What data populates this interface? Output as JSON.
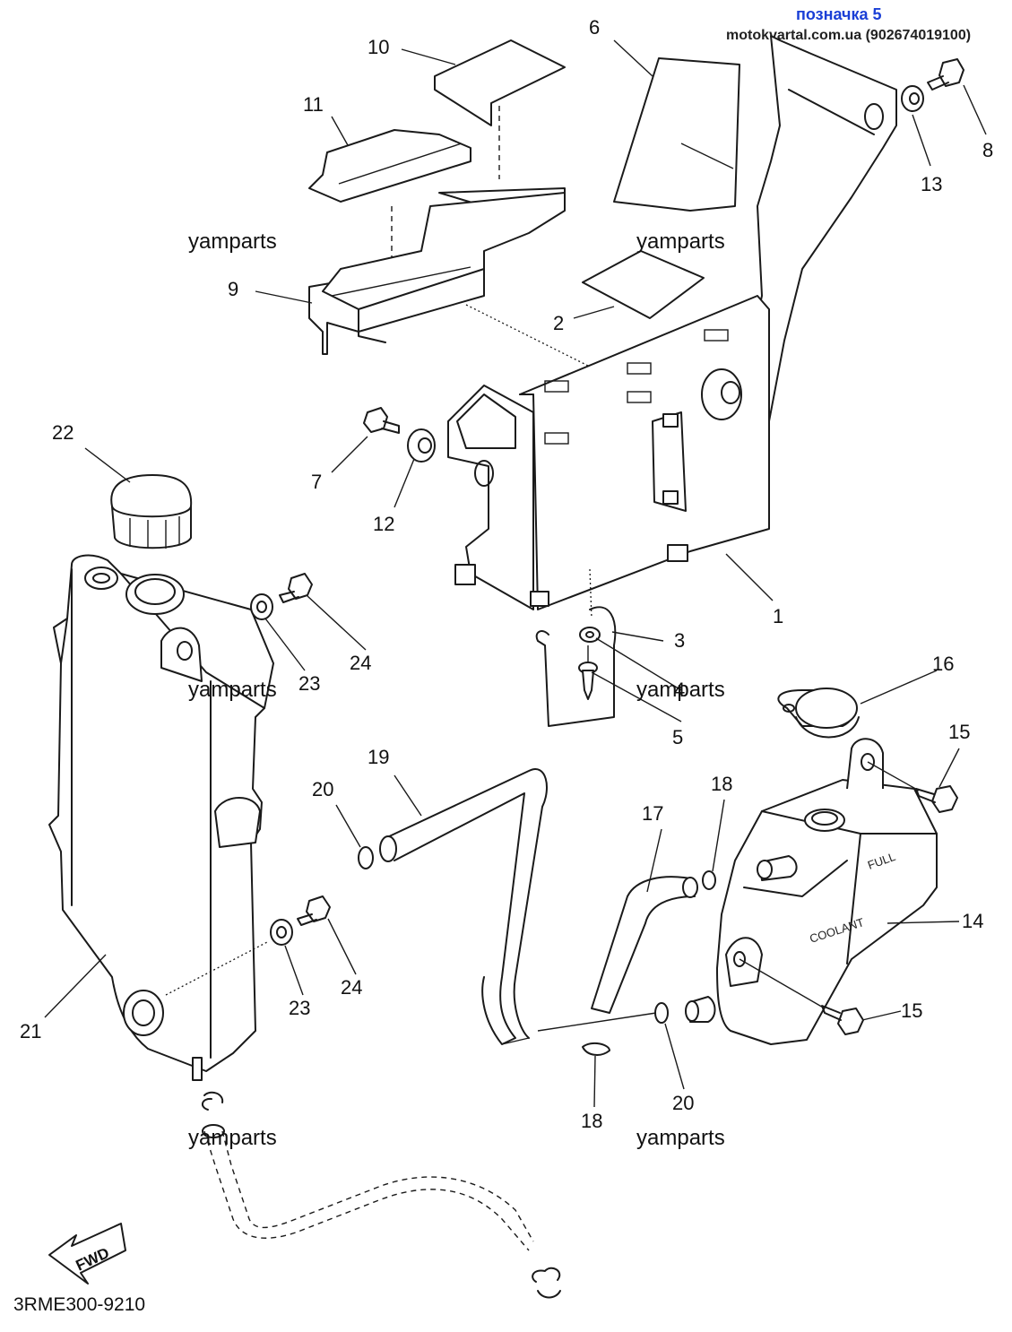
{
  "header": {
    "title": "позначка 5",
    "subtitle": "motokvartal.com.ua (902674019100)",
    "title_color": "#1a3fd6"
  },
  "watermark": "yamparts",
  "diagram_code": "3RME300-9210",
  "fwd_label": "FWD",
  "tank_labels": {
    "full": "FULL",
    "coolant": "COOLANT"
  },
  "callouts": {
    "c1": "1",
    "c2": "2",
    "c3": "3",
    "c4": "4",
    "c5": "5",
    "c6": "6",
    "c7": "7",
    "c8": "8",
    "c9": "9",
    "c10": "10",
    "c11": "11",
    "c12": "12",
    "c13": "13",
    "c14": "14",
    "c15a": "15",
    "c15b": "15",
    "c16": "16",
    "c17": "17",
    "c18a": "18",
    "c18b": "18",
    "c19": "19",
    "c20a": "20",
    "c20b": "20",
    "c21": "21",
    "c22": "22",
    "c23a": "23",
    "c23b": "23",
    "c24a": "24",
    "c24b": "24"
  }
}
